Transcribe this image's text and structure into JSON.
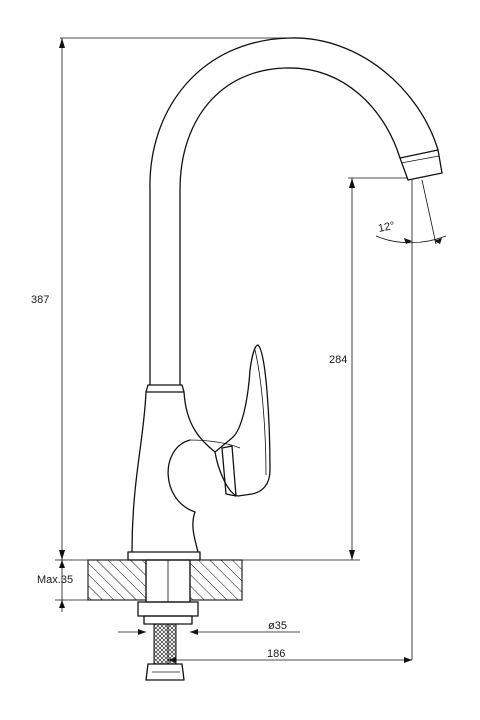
{
  "drawing": {
    "dimensions": {
      "overall_height": "387",
      "spout_height": "284",
      "spout_angle": "12°",
      "max_deck_thickness": "Max.35",
      "mount_diameter": "ø35",
      "reach": "186"
    },
    "colors": {
      "line": "#111111",
      "background": "#ffffff"
    }
  }
}
